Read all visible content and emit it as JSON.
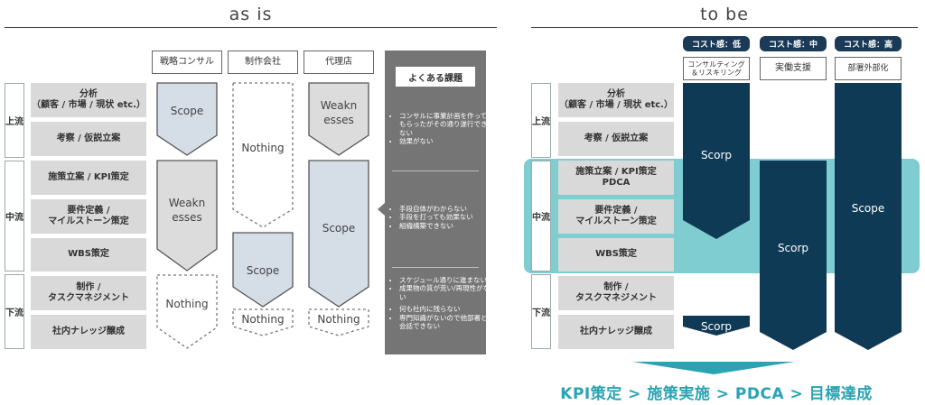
{
  "as_is": {
    "title": "as is",
    "stages": [
      "上流",
      "中流",
      "下流"
    ],
    "tasks": [
      "分析\n（顧客 / 市場 / 現状 etc.）",
      "考察 / 仮説立案",
      "施策立案 / KPI策定",
      "要件定義 /\nマイルストーン策定",
      "WBS策定",
      "制作 /\nタスクマネジメント",
      "社内ナレッジ醸成"
    ],
    "columns": [
      "戦略コンサル",
      "制作会社",
      "代理店"
    ],
    "shapes": {
      "consul_scope": "Scope",
      "consul_weak": "Weakn\nesses",
      "consul_nothing": "Nothing",
      "prod_nothing_top": "Nothing",
      "prod_scope": "Scope",
      "prod_nothing_bottom": "Nothing",
      "agency_weak": "Weakn\nesses",
      "agency_scope": "Scope",
      "agency_nothing": "Nothing"
    },
    "issues": {
      "title": "よくある課題",
      "group1": [
        "コンサルに事業計画を作ってもらったがその通り遂行できない",
        "効果がない"
      ],
      "group2": [
        "手段自体がわからない",
        "手段を打っても効果ない",
        "組織構築できない"
      ],
      "group3": [
        "スケジュール通りに進まない",
        "成果物の質が荒い/再現性がない",
        "何も社内に残らない",
        "専門知識がないので他部署と会話できない"
      ]
    }
  },
  "to_be": {
    "title": "to be",
    "stages": [
      "上流",
      "中流",
      "下流"
    ],
    "tasks": [
      "分析\n（顧客 / 市場 / 現状 etc.）",
      "考察 / 仮説立案",
      "施策立案 / KPI策定\nPDCA",
      "要件定義 /\nマイルストーン策定",
      "WBS策定",
      "制作 /\nタスクマネジメント",
      "社内ナレッジ醸成"
    ],
    "badges": [
      "コスト感：低",
      "コスト感：中",
      "コスト感：高"
    ],
    "columns": [
      "コンサルティング\n＆リスキリング",
      "実働支援",
      "部署外部化"
    ],
    "bars": {
      "col1_top": "Scorp",
      "col1_bottom": "Scorp",
      "col2": "Scorp",
      "col3": "Scope"
    },
    "flow_text": "KPI策定 > 施策実施 > PDCA > 目標達成"
  },
  "colors": {
    "task_bg": "#d9d9d9",
    "navy": "#0f3a56",
    "teal": "#7fcdd0",
    "panel_gray": "#757575",
    "accent_text": "#2aa3b2"
  }
}
